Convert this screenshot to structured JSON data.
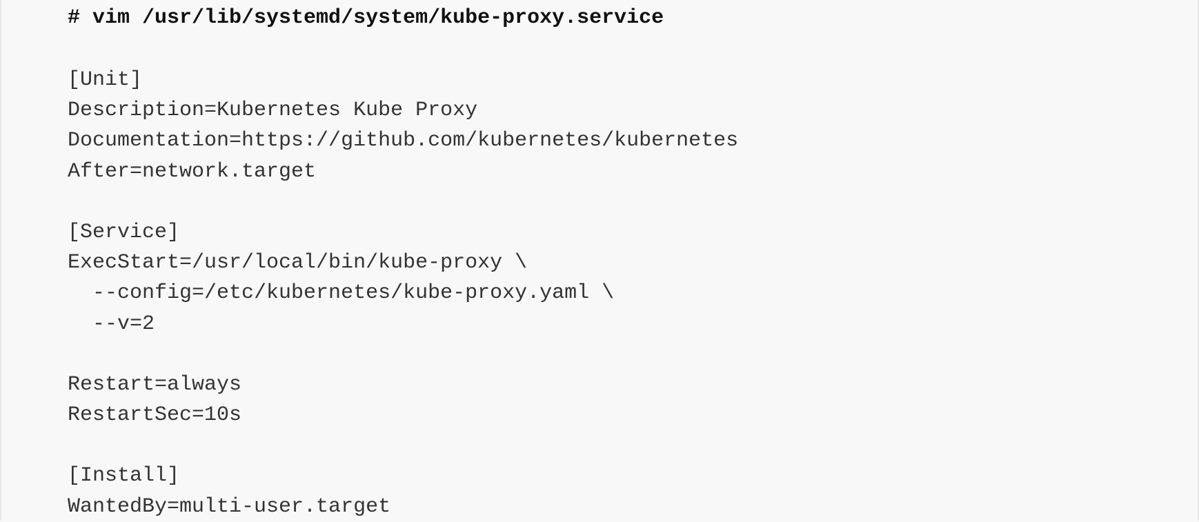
{
  "command": "# vim /usr/lib/systemd/system/kube-proxy.service",
  "file_lines": [
    "[Unit]",
    "Description=Kubernetes Kube Proxy",
    "Documentation=https://github.com/kubernetes/kubernetes",
    "After=network.target",
    "",
    "[Service]",
    "ExecStart=/usr/local/bin/kube-proxy \\",
    "  --config=/etc/kubernetes/kube-proxy.yaml \\",
    "  --v=2",
    "",
    "Restart=always",
    "RestartSec=10s",
    "",
    "[Install]",
    "WantedBy=multi-user.target"
  ]
}
